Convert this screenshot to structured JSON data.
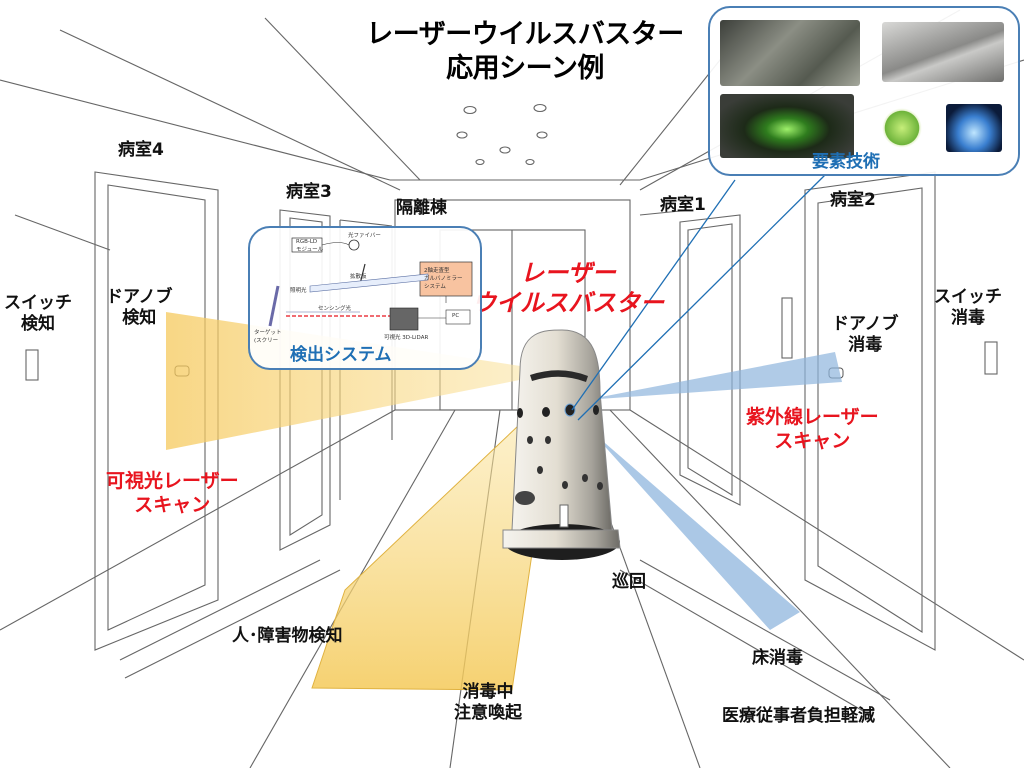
{
  "title": {
    "line1": "レーザーウイルスバスター",
    "line2": "応用シーン例"
  },
  "robot_name": {
    "line1": "レーザー",
    "line2": "ウイルスバスター"
  },
  "rooms": {
    "room4": "病室4",
    "room3": "病室3",
    "isolation": "隔離棟",
    "room1": "病室1",
    "room2": "病室2"
  },
  "switch_left": {
    "line1": "スイッチ",
    "line2": "検知"
  },
  "switch_right": {
    "line1": "スイッチ",
    "line2": "消毒"
  },
  "knob_left": {
    "line1": "ドアノブ",
    "line2": "検知"
  },
  "knob_right": {
    "line1": "ドアノブ",
    "line2": "消毒"
  },
  "visible_scan": {
    "line1": "可視光レーザー",
    "line2": "スキャン"
  },
  "uv_scan": {
    "line1": "紫外線レーザー",
    "line2": "スキャン"
  },
  "patrol": "巡回",
  "person_detect": "人･障害物検知",
  "floor_disinfect": "床消毒",
  "caution": {
    "line1": "消毒中",
    "line2": "注意喚起"
  },
  "burden": "医療従事者負担軽減",
  "element_tech": "要素技術",
  "detection_system": {
    "caption": "検出システム",
    "rgb_module": {
      "line1": "RGB-LD",
      "line2": "モジュール"
    },
    "fiber": "光ファイバー",
    "diffuser": "拡散板",
    "galvano": {
      "line1": "2軸走査型",
      "line2": "ガルバノミラー",
      "line3": "システム"
    },
    "illumination": "照明光",
    "sensing": "センシング光",
    "target": {
      "line1": "ターゲット",
      "line2": "(スクリー"
    },
    "pc": "PC",
    "lidar": "可視光 3D-LiDAR"
  },
  "colors": {
    "visible_beam": "#f7d36a",
    "uv_beam": "#8fb5dd",
    "red_text": "#e8141e",
    "blue_text": "#1f6fb4",
    "callout_border": "#4a7fb5"
  }
}
